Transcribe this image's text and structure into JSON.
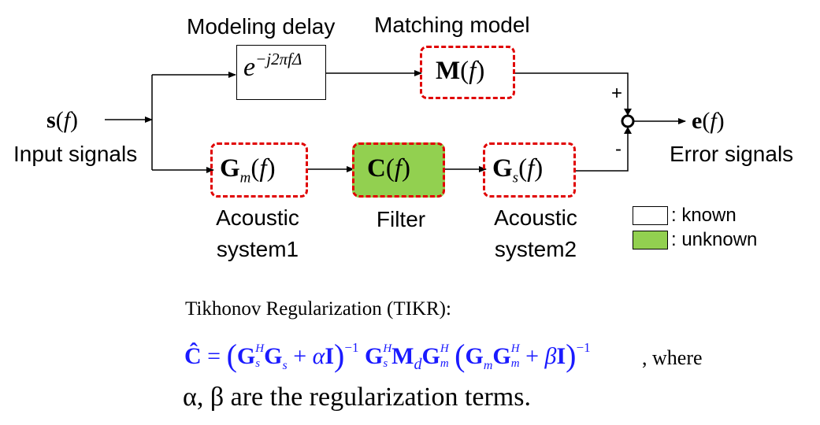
{
  "diagram": {
    "labels": {
      "modeling_delay": "Modeling delay",
      "matching_model": "Matching model",
      "input_signals": "Input signals",
      "error_signals": "Error signals",
      "acoustic_system1_line1": "Acoustic",
      "acoustic_system1_line2": "system1",
      "filter": "Filter",
      "acoustic_system2_line1": "Acoustic",
      "acoustic_system2_line2": "system2",
      "plus": "+",
      "minus": "-"
    },
    "blocks": {
      "input": "s(f)",
      "delay": "e^{-j2πfΔ}",
      "matching": "M(f)",
      "gm": "G_m(f)",
      "filter": "C(f)",
      "gs": "G_s(f)",
      "output": "e(f)"
    },
    "legend": {
      "known": ": known",
      "unknown": ": unknown",
      "unknown_color": "#92d050"
    }
  },
  "equation": {
    "title": "Tikhonov Regularization (TIKR):",
    "formula": "Ĉ = (G_s^H G_s + αI)^{-1} G_s^H M_d G_m^H (G_m G_m^H + βI)^{-1}",
    "where": ", where",
    "regularization": "α, β are the regularization terms.",
    "formula_color": "#1a1aff"
  }
}
